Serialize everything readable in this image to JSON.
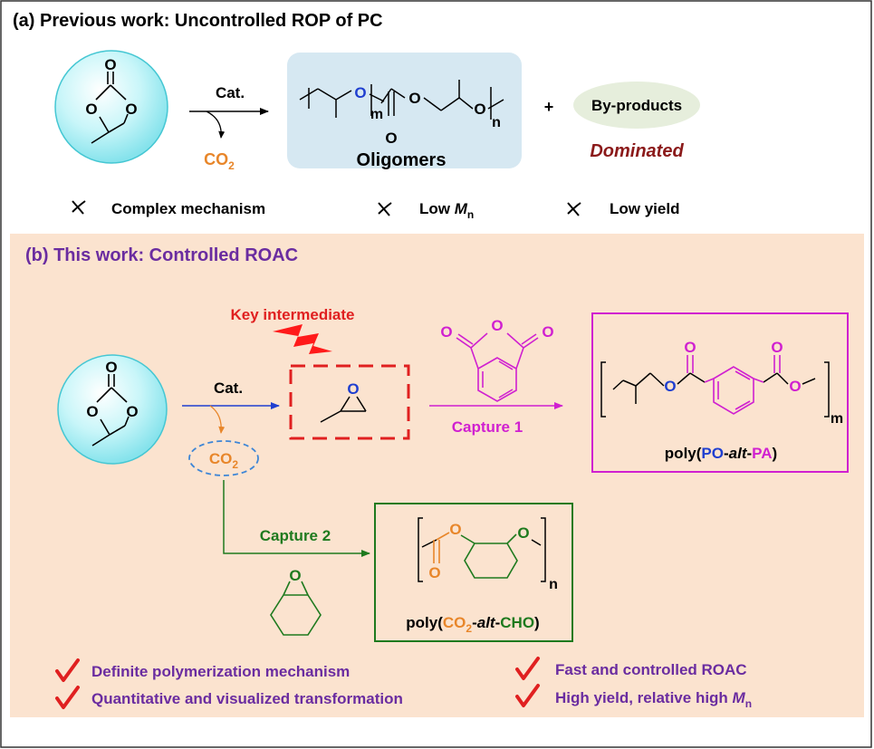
{
  "panel_a": {
    "title": "(a) Previous work: Uncontrolled ROP of PC",
    "catalyst": "Cat.",
    "co2": "CO",
    "co2_sub": "2",
    "atom_o": "O",
    "sub_m": "m",
    "sub_n": "n",
    "oligomers": "Oligomers",
    "plus": "+",
    "byproducts": "By-products",
    "dominated": "Dominated",
    "drawbacks": [
      {
        "text": "Complex mechanism"
      },
      {
        "text": "Low ",
        "italic": "M",
        "sub": "n"
      },
      {
        "text": "Low yield"
      }
    ]
  },
  "panel_b": {
    "title": "(b) This work: Controlled ROAC",
    "key_intermediate": "Key intermediate",
    "catalyst": "Cat.",
    "co2": "CO",
    "co2_sub": "2",
    "atom_o": "O",
    "capture1": "Capture 1",
    "capture2": "Capture 2",
    "sub_m": "m",
    "sub_n": "n",
    "poly1": {
      "prefix": "poly(",
      "a": "PO",
      "dash1": "-",
      "alt": "alt",
      "dash2": "-",
      "b": "PA",
      "suffix": ")"
    },
    "poly2": {
      "prefix": "poly(",
      "a": "CO",
      "a_sub": "2",
      "dash1": "-",
      "alt": "alt",
      "dash2": "-",
      "b": "CHO",
      "suffix": ")"
    },
    "advantages": [
      {
        "text": "Definite polymerization mechanism"
      },
      {
        "text": "Fast and controlled ROAC"
      },
      {
        "text": "Quantitative and visualized transformation"
      },
      {
        "text": "High yield, relative high ",
        "italic": "M",
        "sub": "n"
      }
    ]
  },
  "colors": {
    "orange": "#e8862a",
    "blue": "#1f3fd0",
    "magenta": "#d020d0",
    "green": "#1e7a1e",
    "dark_red": "#8b1a1a",
    "red": "#e02020",
    "purple": "#6a2ca0",
    "peach": "#fbe3cf",
    "cyan": "#bff5f8",
    "light_blue": "#d6e8f2",
    "light_green": "#e6eedc"
  }
}
